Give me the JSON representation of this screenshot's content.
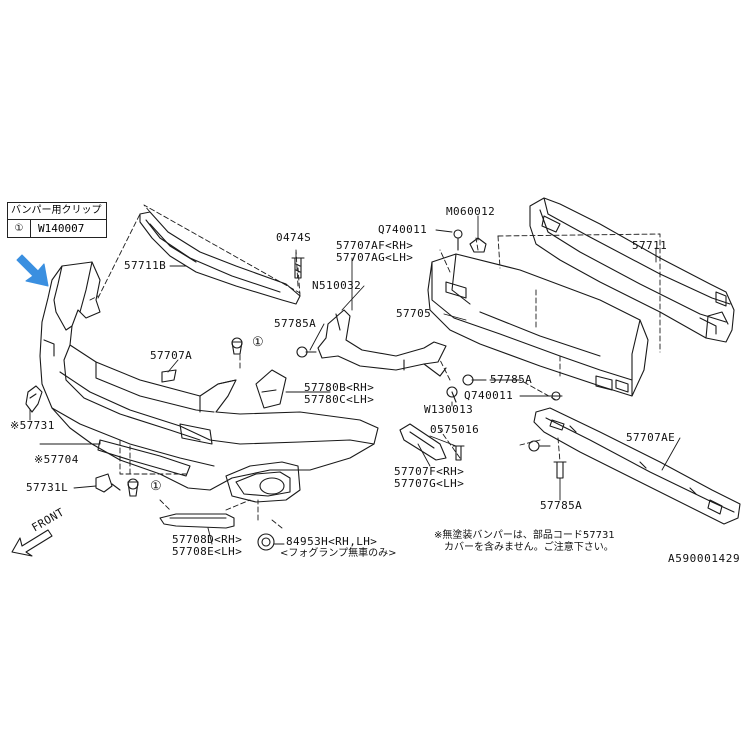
{
  "clip_table": {
    "header": "バンパー用クリップ",
    "symbol": "①",
    "code": "W140007"
  },
  "labels": {
    "p57711B": "57711B",
    "p0474S": "0474S",
    "p57707AF": "57707AF<RH>",
    "p57707AG": "57707AG<LH>",
    "pN510032": "N510032",
    "p57785A_top": "57785A",
    "p57707A": "57707A",
    "p57780B": "57780B<RH>",
    "p57780C": "57780C<LH>",
    "pQ740011_top": "Q740011",
    "pM060012": "M060012",
    "p57711": "57711",
    "p57705": "57705",
    "p57785A_mid": "57785A",
    "pQ740011_mid": "Q740011",
    "pW130013": "W130013",
    "p0575016": "0575016",
    "p57707F": "57707F<RH>",
    "p57707G": "57707G<LH>",
    "p57707AE": "57707AE",
    "p57785A_bot": "57785A",
    "p57731": "※57731",
    "p57704": "※57704",
    "p57731L": "57731L",
    "p57708D": "57708D<RH>",
    "p57708E": "57708E<LH>",
    "p84953H": "84953H<RH,LH>",
    "fog_note": "<フォグランプ無車のみ>",
    "front": "FRONT",
    "clip1": "①",
    "clip2": "①",
    "clip3": "①"
  },
  "note": {
    "line1": "※無塗装バンパーは、部品コード57731",
    "line2": "カバーを含みません。ご注意下さい。"
  },
  "ref_code": "A590001429",
  "colors": {
    "line": "#1a1a1a",
    "arrow": "#3a8fe0",
    "background": "#ffffff"
  }
}
